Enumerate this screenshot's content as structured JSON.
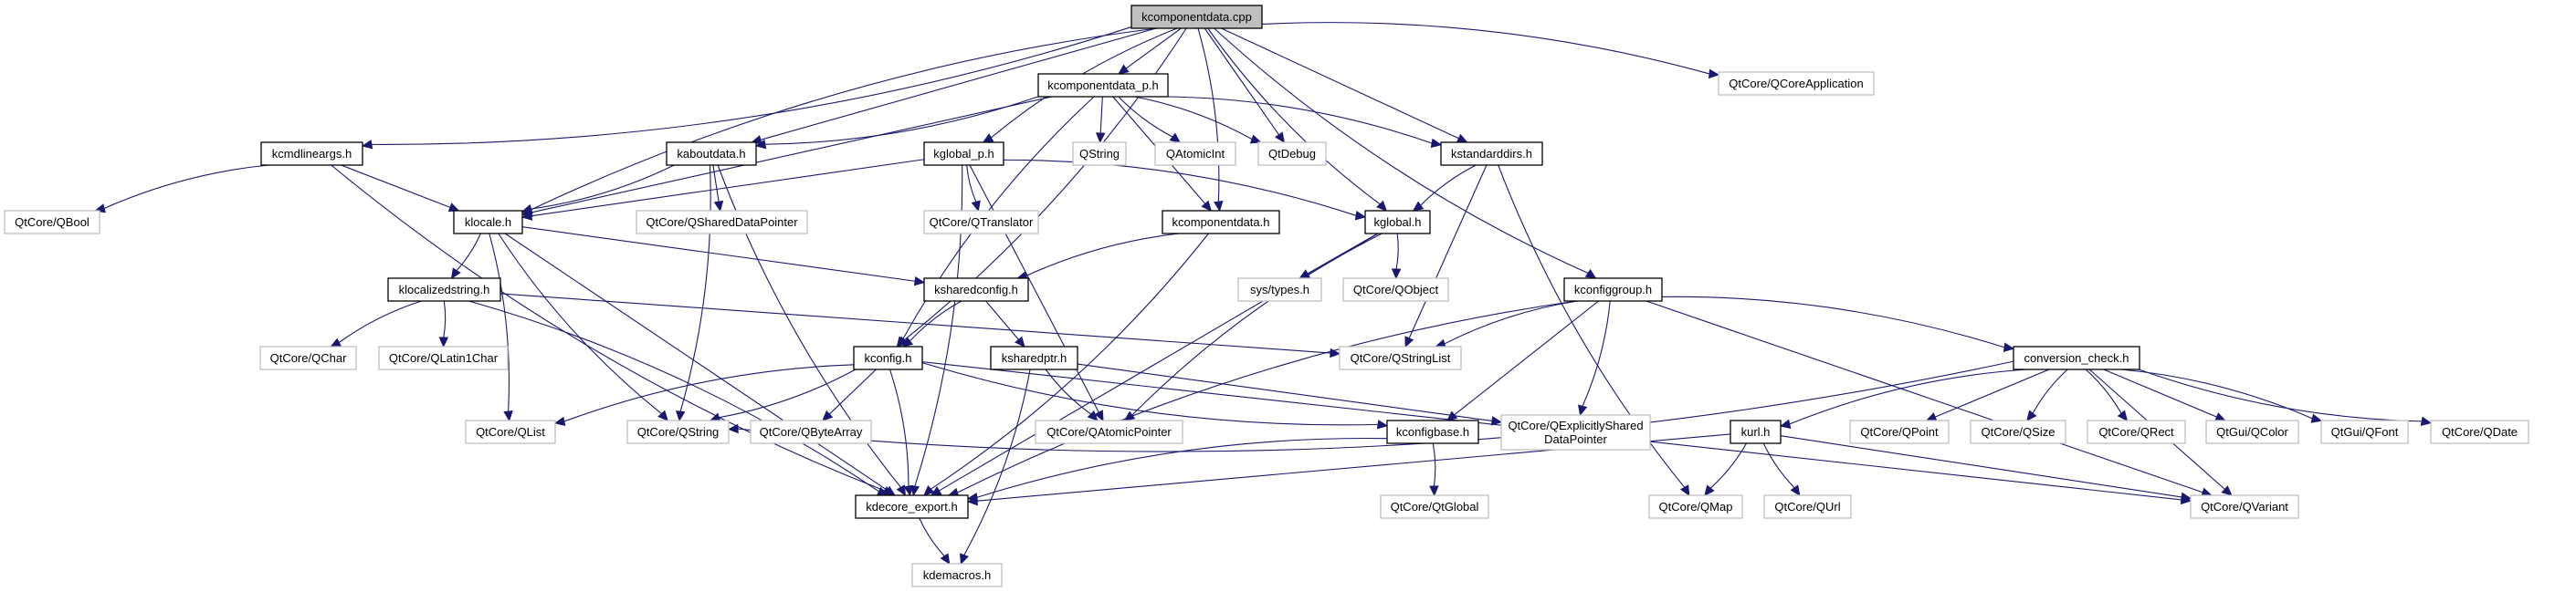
{
  "title": "kcomponentdata.cpp include dependency graph",
  "colors": {
    "edge": "#191970",
    "root_fill": "#bfbfbf",
    "node_border": "#000000",
    "external_border": "#bfbfbf"
  },
  "nodes": [
    {
      "id": "kcomponentdata_cpp",
      "label": "kcomponentdata.cpp",
      "kind": "root"
    },
    {
      "id": "kcomponentdata_p_h",
      "label": "kcomponentdata_p.h",
      "kind": "documented"
    },
    {
      "id": "QtCore_QCoreApplication",
      "label": "QtCore/QCoreApplication",
      "kind": "external"
    },
    {
      "id": "kcmdlineargs_h",
      "label": "kcmdlineargs.h",
      "kind": "documented"
    },
    {
      "id": "kaboutdata_h",
      "label": "kaboutdata.h",
      "kind": "documented"
    },
    {
      "id": "kglobal_p_h",
      "label": "kglobal_p.h",
      "kind": "documented"
    },
    {
      "id": "QString",
      "label": "QString",
      "kind": "external"
    },
    {
      "id": "QAtomicInt",
      "label": "QAtomicInt",
      "kind": "external"
    },
    {
      "id": "QtDebug",
      "label": "QtDebug",
      "kind": "external"
    },
    {
      "id": "kstandarddirs_h",
      "label": "kstandarddirs.h",
      "kind": "documented"
    },
    {
      "id": "QtCore_QBool",
      "label": "QtCore/QBool",
      "kind": "external"
    },
    {
      "id": "klocale_h",
      "label": "klocale.h",
      "kind": "documented"
    },
    {
      "id": "QtCore_QSharedDataPointer",
      "label": "QtCore/QSharedDataPointer",
      "kind": "external"
    },
    {
      "id": "QtCore_QTranslator",
      "label": "QtCore/QTranslator",
      "kind": "external"
    },
    {
      "id": "kcomponentdata_h",
      "label": "kcomponentdata.h",
      "kind": "documented"
    },
    {
      "id": "kglobal_h",
      "label": "kglobal.h",
      "kind": "documented"
    },
    {
      "id": "klocalizedstring_h",
      "label": "klocalizedstring.h",
      "kind": "documented"
    },
    {
      "id": "ksharedconfig_h",
      "label": "ksharedconfig.h",
      "kind": "documented"
    },
    {
      "id": "sys_types_h",
      "label": "sys/types.h",
      "kind": "external"
    },
    {
      "id": "QtCore_QObject",
      "label": "QtCore/QObject",
      "kind": "external"
    },
    {
      "id": "kconfiggroup_h",
      "label": "kconfiggroup.h",
      "kind": "documented"
    },
    {
      "id": "QtCore_QChar",
      "label": "QtCore/QChar",
      "kind": "external"
    },
    {
      "id": "QtCore_QLatin1Char",
      "label": "QtCore/QLatin1Char",
      "kind": "external"
    },
    {
      "id": "kconfig_h",
      "label": "kconfig.h",
      "kind": "documented"
    },
    {
      "id": "ksharedptr_h",
      "label": "ksharedptr.h",
      "kind": "documented"
    },
    {
      "id": "QtCore_QStringList",
      "label": "QtCore/QStringList",
      "kind": "external"
    },
    {
      "id": "conversion_check_h",
      "label": "conversion_check.h",
      "kind": "documented"
    },
    {
      "id": "QtCore_QList",
      "label": "QtCore/QList",
      "kind": "external"
    },
    {
      "id": "QtCore_QString",
      "label": "QtCore/QString",
      "kind": "external"
    },
    {
      "id": "QtCore_QByteArray",
      "label": "QtCore/QByteArray",
      "kind": "external"
    },
    {
      "id": "QtCore_QAtomicPointer",
      "label": "QtCore/QAtomicPointer",
      "kind": "external"
    },
    {
      "id": "kconfigbase_h",
      "label": "kconfigbase.h",
      "kind": "documented"
    },
    {
      "id": "QtCore_QExplicitlySharedDataPointer",
      "label": "QtCore/QExplicitlyShared\nDataPointer",
      "kind": "external"
    },
    {
      "id": "kurl_h",
      "label": "kurl.h",
      "kind": "documented"
    },
    {
      "id": "QtCore_QPoint",
      "label": "QtCore/QPoint",
      "kind": "external"
    },
    {
      "id": "QtCore_QSize",
      "label": "QtCore/QSize",
      "kind": "external"
    },
    {
      "id": "QtCore_QRect",
      "label": "QtCore/QRect",
      "kind": "external"
    },
    {
      "id": "QtGui_QColor",
      "label": "QtGui/QColor",
      "kind": "external"
    },
    {
      "id": "QtGui_QFont",
      "label": "QtGui/QFont",
      "kind": "external"
    },
    {
      "id": "QtCore_QDate",
      "label": "QtCore/QDate",
      "kind": "external"
    },
    {
      "id": "kdecore_export_h",
      "label": "kdecore_export.h",
      "kind": "documented"
    },
    {
      "id": "QtCore_QtGlobal",
      "label": "QtCore/QtGlobal",
      "kind": "external"
    },
    {
      "id": "QtCore_QMap",
      "label": "QtCore/QMap",
      "kind": "external"
    },
    {
      "id": "QtCore_QUrl",
      "label": "QtCore/QUrl",
      "kind": "external"
    },
    {
      "id": "QtCore_QVariant",
      "label": "QtCore/QVariant",
      "kind": "external"
    },
    {
      "id": "kdemacros_h",
      "label": "kdemacros.h",
      "kind": "external"
    }
  ],
  "edges": [
    [
      "kcomponentdata_cpp",
      "kcomponentdata_p_h"
    ],
    [
      "kcomponentdata_cpp",
      "kcmdlineargs_h"
    ],
    [
      "kcomponentdata_cpp",
      "klocale_h"
    ],
    [
      "kcomponentdata_cpp",
      "kaboutdata_h"
    ],
    [
      "kcomponentdata_cpp",
      "kglobal_p_h"
    ],
    [
      "kcomponentdata_cpp",
      "kconfig_h"
    ],
    [
      "kcomponentdata_cpp",
      "QtDebug"
    ],
    [
      "kcomponentdata_cpp",
      "kcomponentdata_h"
    ],
    [
      "kcomponentdata_cpp",
      "kglobal_h"
    ],
    [
      "kcomponentdata_cpp",
      "kstandarddirs_h"
    ],
    [
      "kcomponentdata_cpp",
      "kconfiggroup_h"
    ],
    [
      "kcomponentdata_cpp",
      "QtCore_QCoreApplication"
    ],
    [
      "kcomponentdata_p_h",
      "klocale_h"
    ],
    [
      "kcomponentdata_p_h",
      "kaboutdata_h"
    ],
    [
      "kcomponentdata_p_h",
      "kconfig_h"
    ],
    [
      "kcomponentdata_p_h",
      "QString"
    ],
    [
      "kcomponentdata_p_h",
      "QAtomicInt"
    ],
    [
      "kcomponentdata_p_h",
      "QtDebug"
    ],
    [
      "kcomponentdata_p_h",
      "kcomponentdata_h"
    ],
    [
      "kcomponentdata_p_h",
      "kstandarddirs_h"
    ],
    [
      "kcmdlineargs_h",
      "QtCore_QBool"
    ],
    [
      "kcmdlineargs_h",
      "klocale_h"
    ],
    [
      "kcmdlineargs_h",
      "kdecore_export_h"
    ],
    [
      "kaboutdata_h",
      "klocale_h"
    ],
    [
      "kaboutdata_h",
      "QtCore_QSharedDataPointer"
    ],
    [
      "kaboutdata_h",
      "QtCore_QString"
    ],
    [
      "kaboutdata_h",
      "kdecore_export_h"
    ],
    [
      "kglobal_p_h",
      "klocale_h"
    ],
    [
      "kglobal_p_h",
      "QtCore_QTranslator"
    ],
    [
      "kglobal_p_h",
      "kglobal_h"
    ],
    [
      "kglobal_p_h",
      "QtCore_QAtomicPointer"
    ],
    [
      "kglobal_p_h",
      "kdecore_export_h"
    ],
    [
      "kstandarddirs_h",
      "kglobal_h"
    ],
    [
      "kstandarddirs_h",
      "QtCore_QStringList"
    ],
    [
      "kstandarddirs_h",
      "QtCore_QMap"
    ],
    [
      "klocale_h",
      "klocalizedstring_h"
    ],
    [
      "klocale_h",
      "ksharedconfig_h"
    ],
    [
      "klocale_h",
      "QtCore_QList"
    ],
    [
      "klocale_h",
      "QtCore_QString"
    ],
    [
      "klocale_h",
      "kdecore_export_h"
    ],
    [
      "kcomponentdata_h",
      "ksharedconfig_h"
    ],
    [
      "kcomponentdata_h",
      "kdecore_export_h"
    ],
    [
      "kglobal_h",
      "sys_types_h"
    ],
    [
      "kglobal_h",
      "QtCore_QObject"
    ],
    [
      "kglobal_h",
      "QtCore_QAtomicPointer"
    ],
    [
      "kglobal_h",
      "kdecore_export_h"
    ],
    [
      "klocalizedstring_h",
      "QtCore_QChar"
    ],
    [
      "klocalizedstring_h",
      "QtCore_QLatin1Char"
    ],
    [
      "klocalizedstring_h",
      "QtCore_QStringList"
    ],
    [
      "klocalizedstring_h",
      "kdecore_export_h"
    ],
    [
      "ksharedconfig_h",
      "kconfig_h"
    ],
    [
      "ksharedconfig_h",
      "ksharedptr_h"
    ],
    [
      "kconfiggroup_h",
      "QtCore_QStringList"
    ],
    [
      "kconfiggroup_h",
      "conversion_check_h"
    ],
    [
      "kconfiggroup_h",
      "kconfigbase_h"
    ],
    [
      "kconfiggroup_h",
      "QtCore_QExplicitlySharedDataPointer"
    ],
    [
      "kconfiggroup_h",
      "kdecore_export_h"
    ],
    [
      "kconfiggroup_h",
      "QtCore_QVariant"
    ],
    [
      "kconfig_h",
      "QtCore_QList"
    ],
    [
      "kconfig_h",
      "QtCore_QString"
    ],
    [
      "kconfig_h",
      "QtCore_QByteArray"
    ],
    [
      "kconfig_h",
      "kdecore_export_h"
    ],
    [
      "kconfig_h",
      "kconfigbase_h"
    ],
    [
      "kconfig_h",
      "QtCore_QVariant"
    ],
    [
      "ksharedptr_h",
      "QtCore_QAtomicPointer"
    ],
    [
      "ksharedptr_h",
      "kdemacros_h"
    ],
    [
      "ksharedptr_h",
      "QtCore_QExplicitlySharedDataPointer"
    ],
    [
      "conversion_check_h",
      "QtCore_QString"
    ],
    [
      "conversion_check_h",
      "kurl_h"
    ],
    [
      "conversion_check_h",
      "QtCore_QPoint"
    ],
    [
      "conversion_check_h",
      "QtCore_QSize"
    ],
    [
      "conversion_check_h",
      "QtCore_QRect"
    ],
    [
      "conversion_check_h",
      "QtGui_QColor"
    ],
    [
      "conversion_check_h",
      "QtGui_QFont"
    ],
    [
      "conversion_check_h",
      "QtCore_QDate"
    ],
    [
      "conversion_check_h",
      "QtCore_QVariant"
    ],
    [
      "kconfigbase_h",
      "kdecore_export_h"
    ],
    [
      "kconfigbase_h",
      "QtCore_QtGlobal"
    ],
    [
      "kurl_h",
      "kdecore_export_h"
    ],
    [
      "kurl_h",
      "QtCore_QMap"
    ],
    [
      "kurl_h",
      "QtCore_QUrl"
    ],
    [
      "kurl_h",
      "QtCore_QVariant"
    ],
    [
      "kdecore_export_h",
      "kdemacros_h"
    ]
  ]
}
